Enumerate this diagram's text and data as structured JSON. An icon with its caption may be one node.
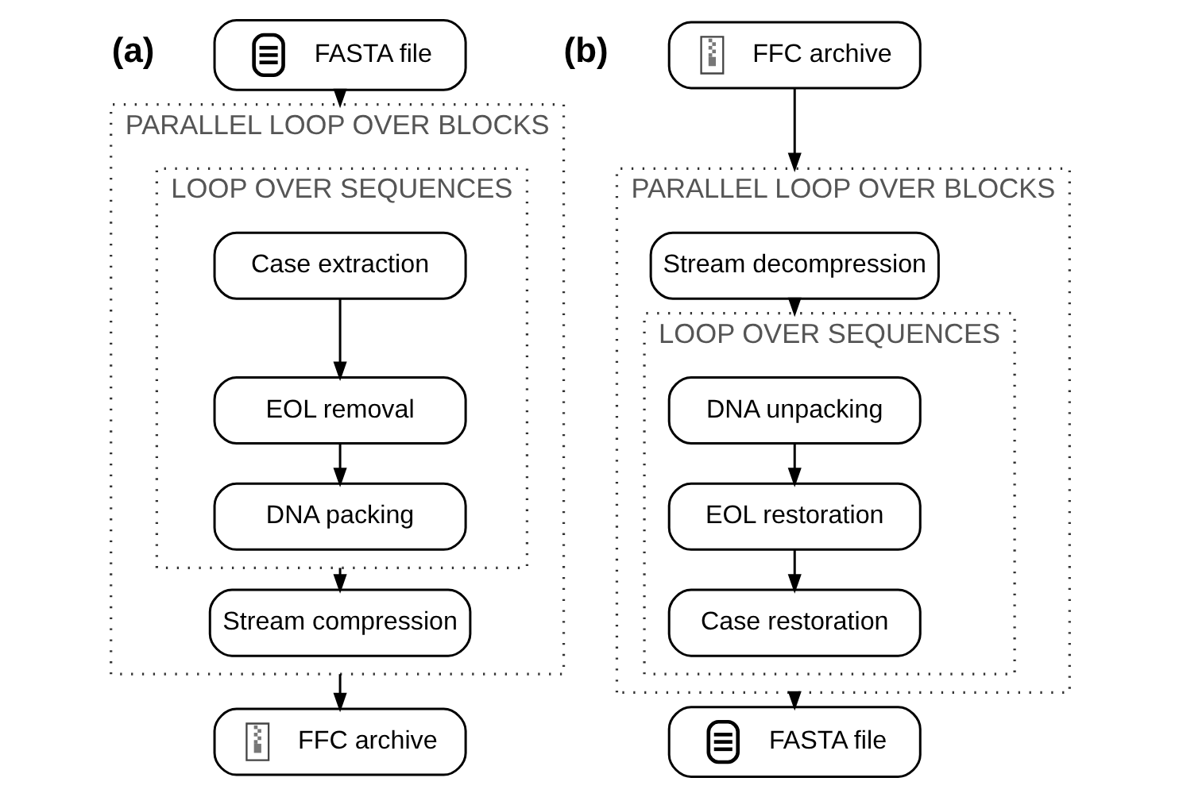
{
  "diagram": {
    "nodes": [
      {
        "text": [
          "FASTA file"
        ]
      },
      {
        "text": [
          "PARALLEL LOOP OVER BLOCKS"
        ]
      },
      {
        "text": [
          "LOOP OVER SEQUENCES"
        ],
        "in": 1
      },
      {
        "text": [
          "Case extraction"
        ],
        "in": 2
      },
      {
        "text": [
          "EOL removal"
        ],
        "in": 2
      },
      {
        "text": [
          "DNA packing"
        ],
        "in": 2
      },
      {
        "text": [
          "Stream compression"
        ],
        "in": 1
      },
      {
        "text": [
          "FFC archive"
        ]
      },
      {
        "text": [
          "FFC archive"
        ]
      },
      {
        "text": [
          "PARALLEL LOOP OVER BLOCKS"
        ]
      },
      {
        "text": [
          "Stream decompression"
        ],
        "in": 9
      },
      {
        "text": [
          "LOOP OVER SEQUENCES"
        ],
        "in": 9
      },
      {
        "text": [
          "DNA unpacking"
        ],
        "in": 11
      },
      {
        "text": [
          "EOL restoration"
        ],
        "in": 11
      },
      {
        "text": [
          "Case restoration"
        ],
        "in": 11
      },
      {
        "text": [
          "FASTA file"
        ]
      }
    ],
    "edges": [
      {
        "from": 0,
        "to": 1,
        "arrow": "to"
      },
      {
        "from": 3,
        "to": 4,
        "arrow": "to"
      },
      {
        "from": 4,
        "to": 5,
        "arrow": "to"
      },
      {
        "from": 2,
        "to": 6,
        "arrow": "to"
      },
      {
        "from": 1,
        "to": 7,
        "arrow": "to"
      },
      {
        "from": 8,
        "to": 9,
        "arrow": "to"
      },
      {
        "from": 10,
        "to": 11,
        "arrow": "to"
      },
      {
        "from": 12,
        "to": 13,
        "arrow": "to"
      },
      {
        "from": 13,
        "to": 14,
        "arrow": "to"
      },
      {
        "from": 9,
        "to": 15,
        "arrow": "to"
      }
    ],
    "labels": [
      "(a)",
      "(b)"
    ]
  }
}
